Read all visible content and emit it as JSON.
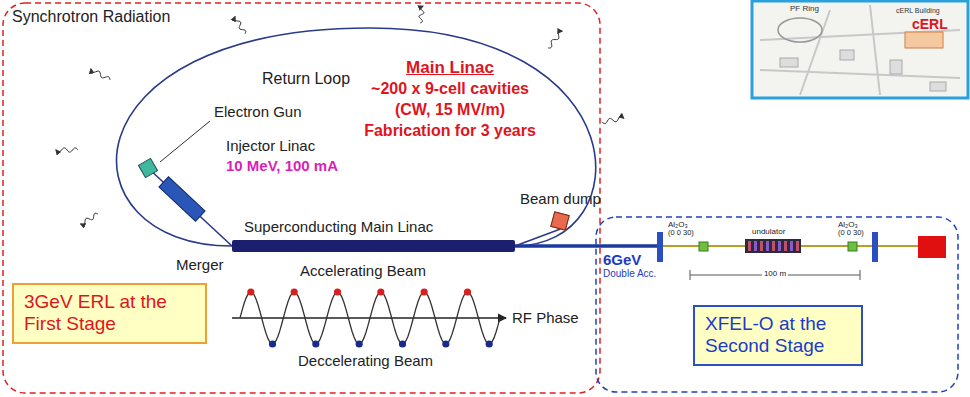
{
  "diagram": {
    "nodes": [
      {
        "text": [
          "3GeV ERL at the First Stage"
        ]
      },
      {
        "text": [
          "XFEL-O at the Second Stage"
        ]
      },
      {
        "text": [
          "Superconducting Main Linac"
        ]
      },
      {
        "text": [
          "Beam dump"
        ]
      }
    ],
    "edges": [
      {
        "from": 2,
        "to": 3,
        "arrow": "none"
      }
    ],
    "labels": [
      "Synchrotron Radiation",
      "Return Loop",
      "Main Linac",
      "~200 x 9-cell cavities",
      "(CW, 15 MV/m)",
      "Fabrication for 3 years",
      "Electron Gun",
      "Injector Linac",
      "10 MeV, 100 mA",
      "Merger",
      "Accelerating Beam",
      "RF Phase",
      "Deccelerating Beam",
      "6GeV",
      "Double Acc.",
      "PF Ring",
      "cERL Building",
      "cERL",
      "Al₂O₃",
      "(0 0 30)",
      "undulator",
      "100 m",
      "Al₂O₃",
      "(0 0 30)"
    ]
  }
}
